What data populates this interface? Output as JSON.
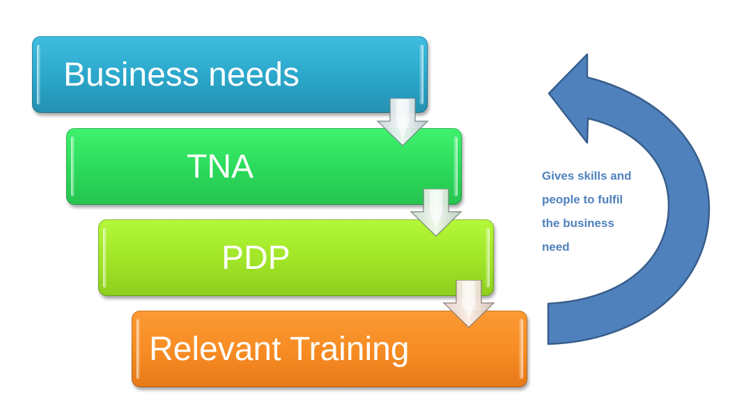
{
  "diagram": {
    "steps": [
      {
        "label": "Business needs",
        "color": "#31b0d5"
      },
      {
        "label": "TNA",
        "color": "#2fdc5e"
      },
      {
        "label": "PDP",
        "color": "#a2e52a"
      },
      {
        "label": "Relevant Training",
        "color": "#f68b22"
      }
    ],
    "connectors": [
      {
        "from": "Business needs",
        "to": "TNA",
        "icon": "down-arrow-icon"
      },
      {
        "from": "TNA",
        "to": "PDP",
        "icon": "down-arrow-icon"
      },
      {
        "from": "PDP",
        "to": "Relevant Training",
        "icon": "down-arrow-icon"
      }
    ],
    "feedback": {
      "icon": "curved-return-arrow-icon",
      "color": "#4f81bd",
      "from": "Relevant Training",
      "to": "Business needs",
      "caption_lines": [
        "Gives skills and",
        "people to fulfil",
        "the business",
        "need"
      ]
    }
  }
}
